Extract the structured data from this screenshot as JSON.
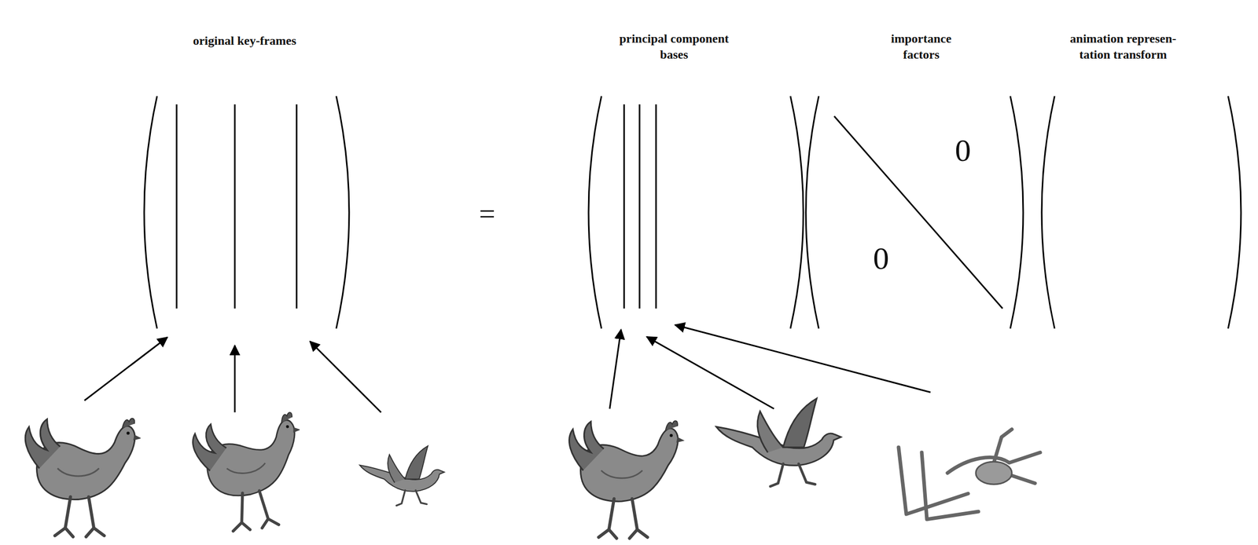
{
  "diagram": {
    "labels": [
      "original key-frames",
      "principal component bases",
      "importance factors",
      "animation represen- tation transform",
      "=",
      "0",
      "0"
    ]
  }
}
